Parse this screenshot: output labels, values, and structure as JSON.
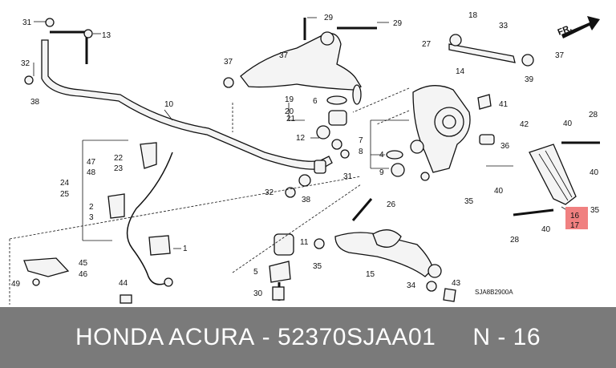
{
  "diagram": {
    "direction_label": "FR.",
    "drawing_code": "SJA8B2900A",
    "highlighted_part": "16\n17",
    "highlight_color": "#f08080",
    "callouts": [
      "31",
      "13",
      "32",
      "38",
      "10",
      "37",
      "29",
      "29",
      "19",
      "20",
      "6",
      "21",
      "37",
      "27",
      "18",
      "33",
      "37",
      "14",
      "39",
      "41",
      "42",
      "36",
      "28",
      "40",
      "40",
      "12",
      "7",
      "8",
      "4",
      "9",
      "31",
      "47",
      "48",
      "22",
      "23",
      "24",
      "25",
      "32",
      "38",
      "26",
      "35",
      "40",
      "35",
      "2",
      "3",
      "1",
      "11",
      "5",
      "35",
      "15",
      "16",
      "17",
      "28",
      "40",
      "45",
      "46",
      "49",
      "44",
      "30",
      "34",
      "43"
    ]
  },
  "banner": {
    "brand": "HONDA ACURA",
    "dash": "-",
    "part_number": "52370SJAA01",
    "ref": "N - 16"
  }
}
